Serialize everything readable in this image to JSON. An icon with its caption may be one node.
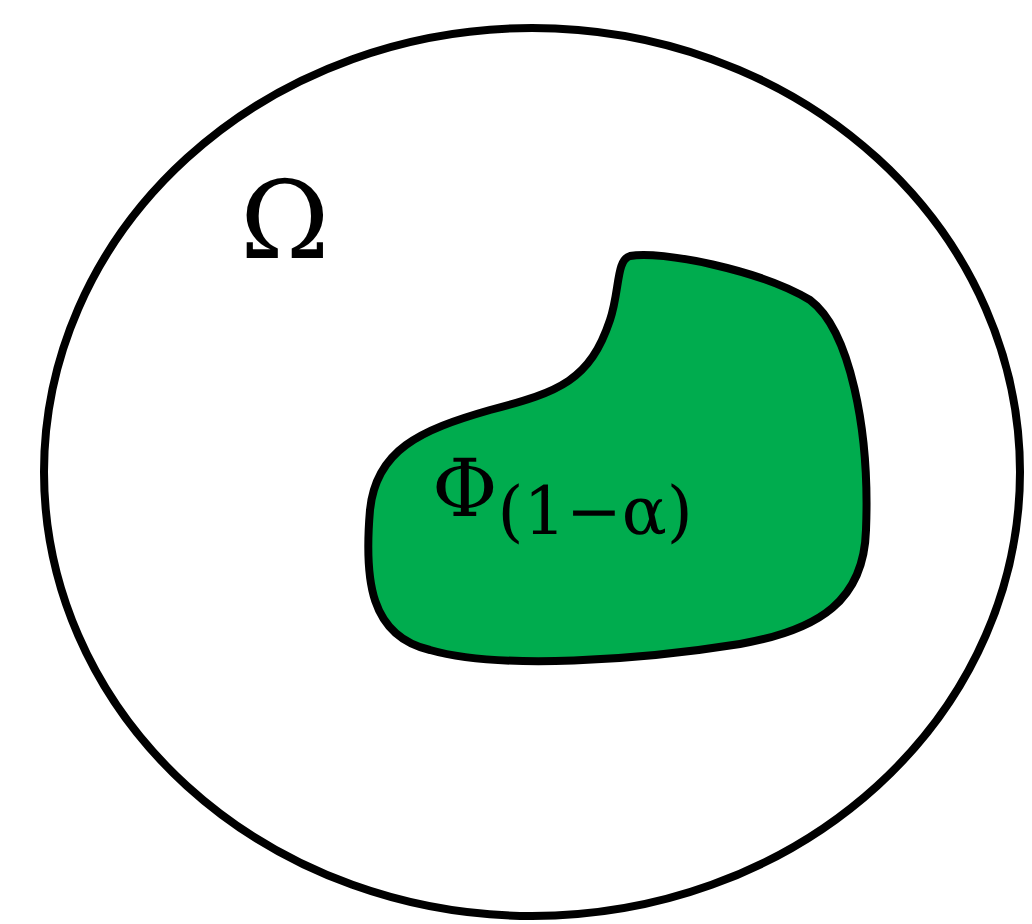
{
  "diagram": {
    "nodes": [
      {
        "text": [
          "Ω"
        ]
      },
      {
        "text": [
          "Φ$_{(1−α)}$"
        ],
        "in": 0
      }
    ]
  }
}
